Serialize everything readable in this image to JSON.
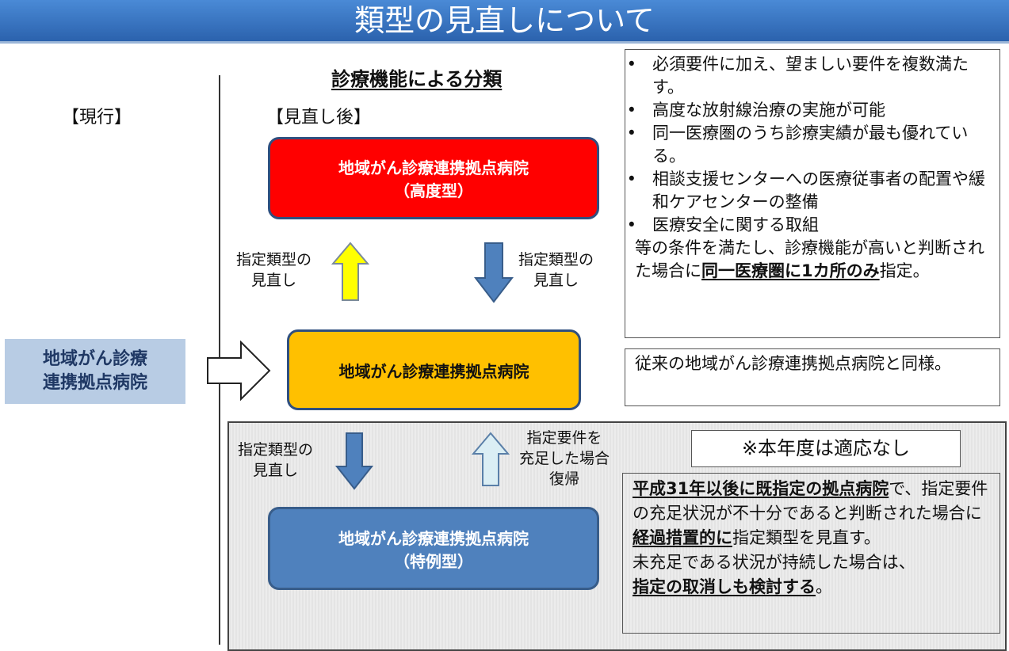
{
  "title": "類型の見直しについて",
  "current_label": "【現行】",
  "classification_heading": "診療機能による分類",
  "revised_label": "【見直し後】",
  "current_hospital": {
    "line1": "地域がん診療",
    "line2": "連携拠点病院"
  },
  "advanced_box": {
    "line1": "地域がん診療連携拠点病院",
    "line2": "（高度型）"
  },
  "standard_box": {
    "line1": "地域がん診療連携拠点病院"
  },
  "special_box": {
    "line1": "地域がん診療連携拠点病院",
    "line2": "（特例型）"
  },
  "arrow_labels": {
    "up_review": {
      "line1": "指定類型の",
      "line2": "見直し"
    },
    "down_review": {
      "line1": "指定類型の",
      "line2": "見直し"
    },
    "down_review2": {
      "line1": "指定類型の",
      "line2": "見直し"
    },
    "restore": {
      "line1": "指定要件を",
      "line2": "充足した場合",
      "line3": "復帰"
    }
  },
  "advanced_conditions": {
    "bullets": [
      "必須要件に加え、望ましい要件を複数満たす。",
      "高度な放射線治療の実施が可能",
      "同一医療圏のうち診療実績が最も優れている。",
      "相談支援センターへの医療従事者の配置や緩和ケアセンターの整備",
      "医療安全に関する取組"
    ],
    "tail1": "等の条件を満たし、診療機能が高いと判断された場合に",
    "tail_u": "同一医療圏に1カ所のみ",
    "tail2": "指定。"
  },
  "standard_note": "従来の地域がん診療連携拠点病院と同様。",
  "not_applicable": "※本年度は適応なし",
  "special_note": {
    "p1_u": "平成31年以後に既指定の拠点病院",
    "p1": "で、指定要件の充足状況が不十分であると判断された場合に",
    "p2_u": "経過措置的に",
    "p2": "指定類型を見直す。",
    "p3": "未充足である状況が持続した場合は、",
    "p4_u": "指定の取消しも検討する",
    "p4": "。"
  },
  "colors": {
    "advanced": "#ff0000",
    "standard": "#ffc000",
    "special": "#4f81bd",
    "current": "#b8cce4"
  }
}
